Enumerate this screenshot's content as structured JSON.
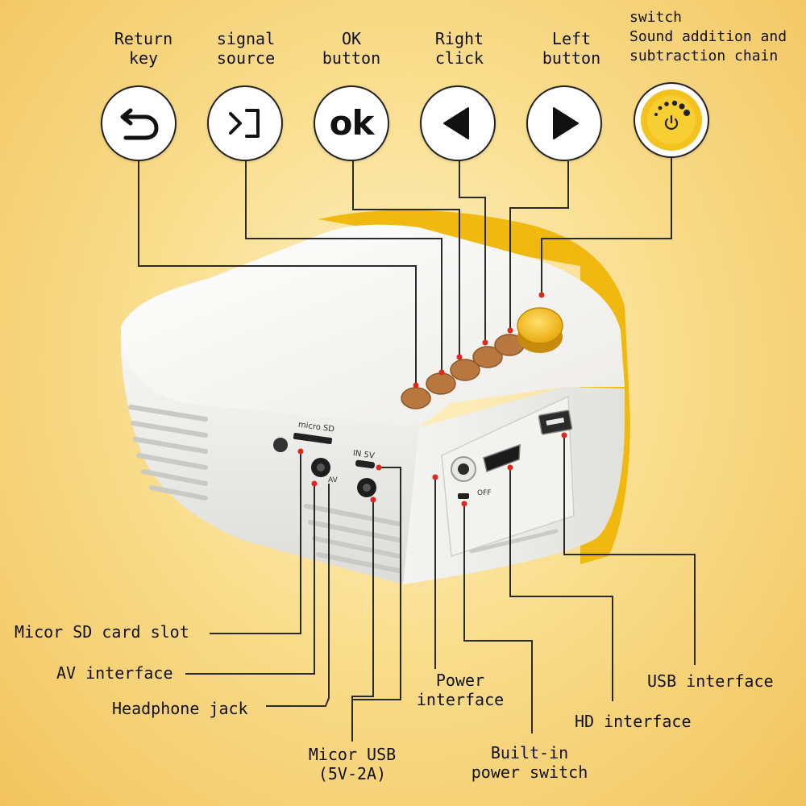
{
  "top_labels": {
    "return": [
      "Return",
      "key"
    ],
    "signal": [
      "signal",
      "source"
    ],
    "ok": [
      "OK",
      "button"
    ],
    "right": [
      "Right",
      "click"
    ],
    "left": [
      "Left",
      "button"
    ],
    "switch": [
      "switch",
      "Sound addition and",
      "subtraction chain"
    ]
  },
  "ok_icon_text": "ok",
  "bottom_labels": {
    "microsd_slot": "Micor SD card slot",
    "av": "AV interface",
    "headphone": "Headphone jack",
    "micro_usb": [
      "Micor USB",
      "(5V-2A)"
    ],
    "power_interface": [
      "Power",
      "interface"
    ],
    "power_switch": [
      "Built-in",
      "power switch"
    ],
    "hd": "HD interface",
    "usb": "USB interface"
  },
  "device_markings": {
    "micro_sd": "micro SD",
    "av": "AV",
    "in5v": "IN 5V",
    "off": "OFF"
  },
  "colors": {
    "button_brown": "#b8773f",
    "knob_yellow": "#f3c21f",
    "accent_yellow": "#f1b90f",
    "leader_line": "#2a2a2a",
    "point": "#e0261d"
  },
  "icons": [
    "return-arrow-icon",
    "input-source-icon",
    "ok-icon",
    "triangle-left-icon",
    "triangle-right-icon",
    "power-knob-icon"
  ]
}
